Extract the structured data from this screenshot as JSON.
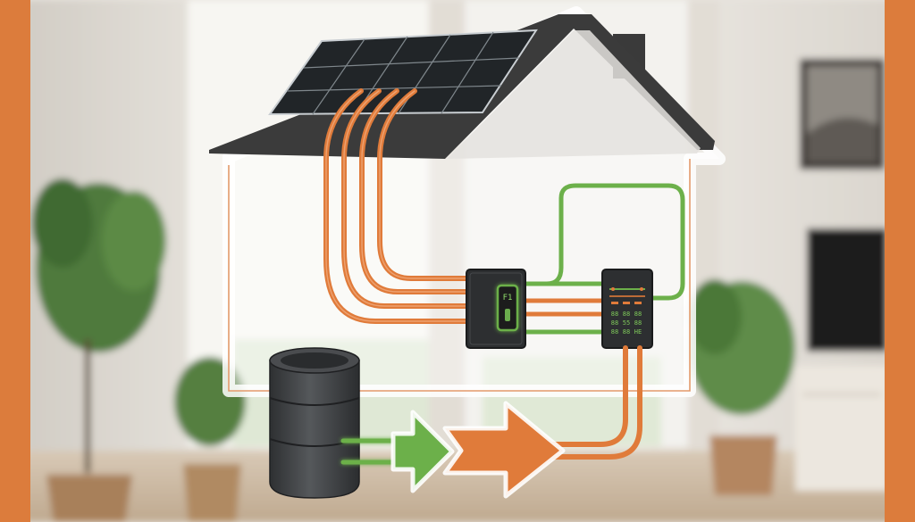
{
  "colors": {
    "frame_accent": "#dc7c3c",
    "solar_line": "#e07b3a",
    "grid_line": "#6cb04a",
    "roof": "#3b3b3b",
    "panel": "#222629",
    "device": "#2d2f31",
    "battery": "#404244"
  },
  "inverter": {
    "display_text": "F1"
  },
  "meter": {
    "readouts": [
      [
        "88",
        "88",
        "88"
      ],
      [
        "88",
        "55",
        "88"
      ],
      [
        "88",
        "88",
        "HE"
      ]
    ]
  },
  "icons": {
    "roof": "house-roof",
    "panel": "solar-panel",
    "inverter": "inverter-box",
    "meter": "smart-meter",
    "battery": "battery-cylinder",
    "plug": "plug-prongs",
    "arrow_grid": "arrow-right",
    "arrow_solar": "arrow-right"
  }
}
